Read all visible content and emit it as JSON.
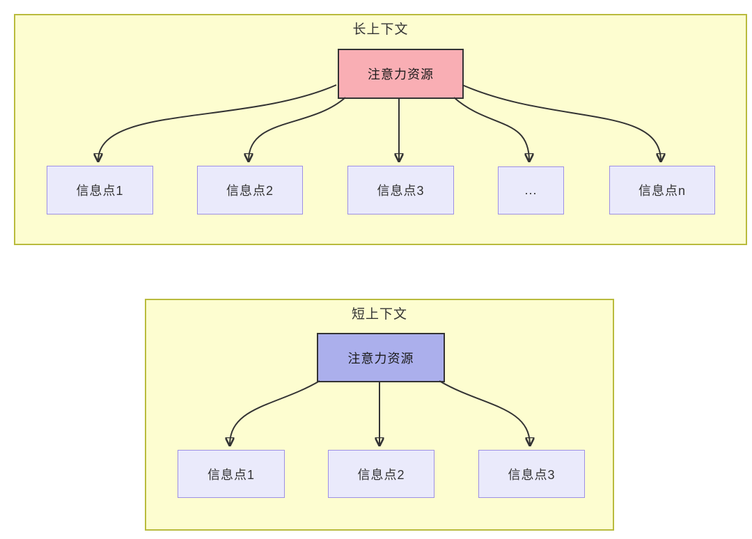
{
  "long": {
    "title": "长上下文",
    "attention": "注意力资源",
    "nodes": [
      "信息点1",
      "信息点2",
      "信息点3",
      "...",
      "信息点n"
    ]
  },
  "short": {
    "title": "短上下文",
    "attention": "注意力资源",
    "nodes": [
      "信息点1",
      "信息点2",
      "信息点3"
    ]
  },
  "colors": {
    "background": "#ffffff",
    "container_fill": "#fdfdd0",
    "container_border": "#b9bb3d",
    "long_attention_fill": "#f9aeb4",
    "short_attention_fill": "#abafec",
    "attention_border": "#333333",
    "node_fill": "#eaeafb",
    "node_border": "#9d8fe4",
    "arrow": "#333333",
    "text": "#333333"
  }
}
